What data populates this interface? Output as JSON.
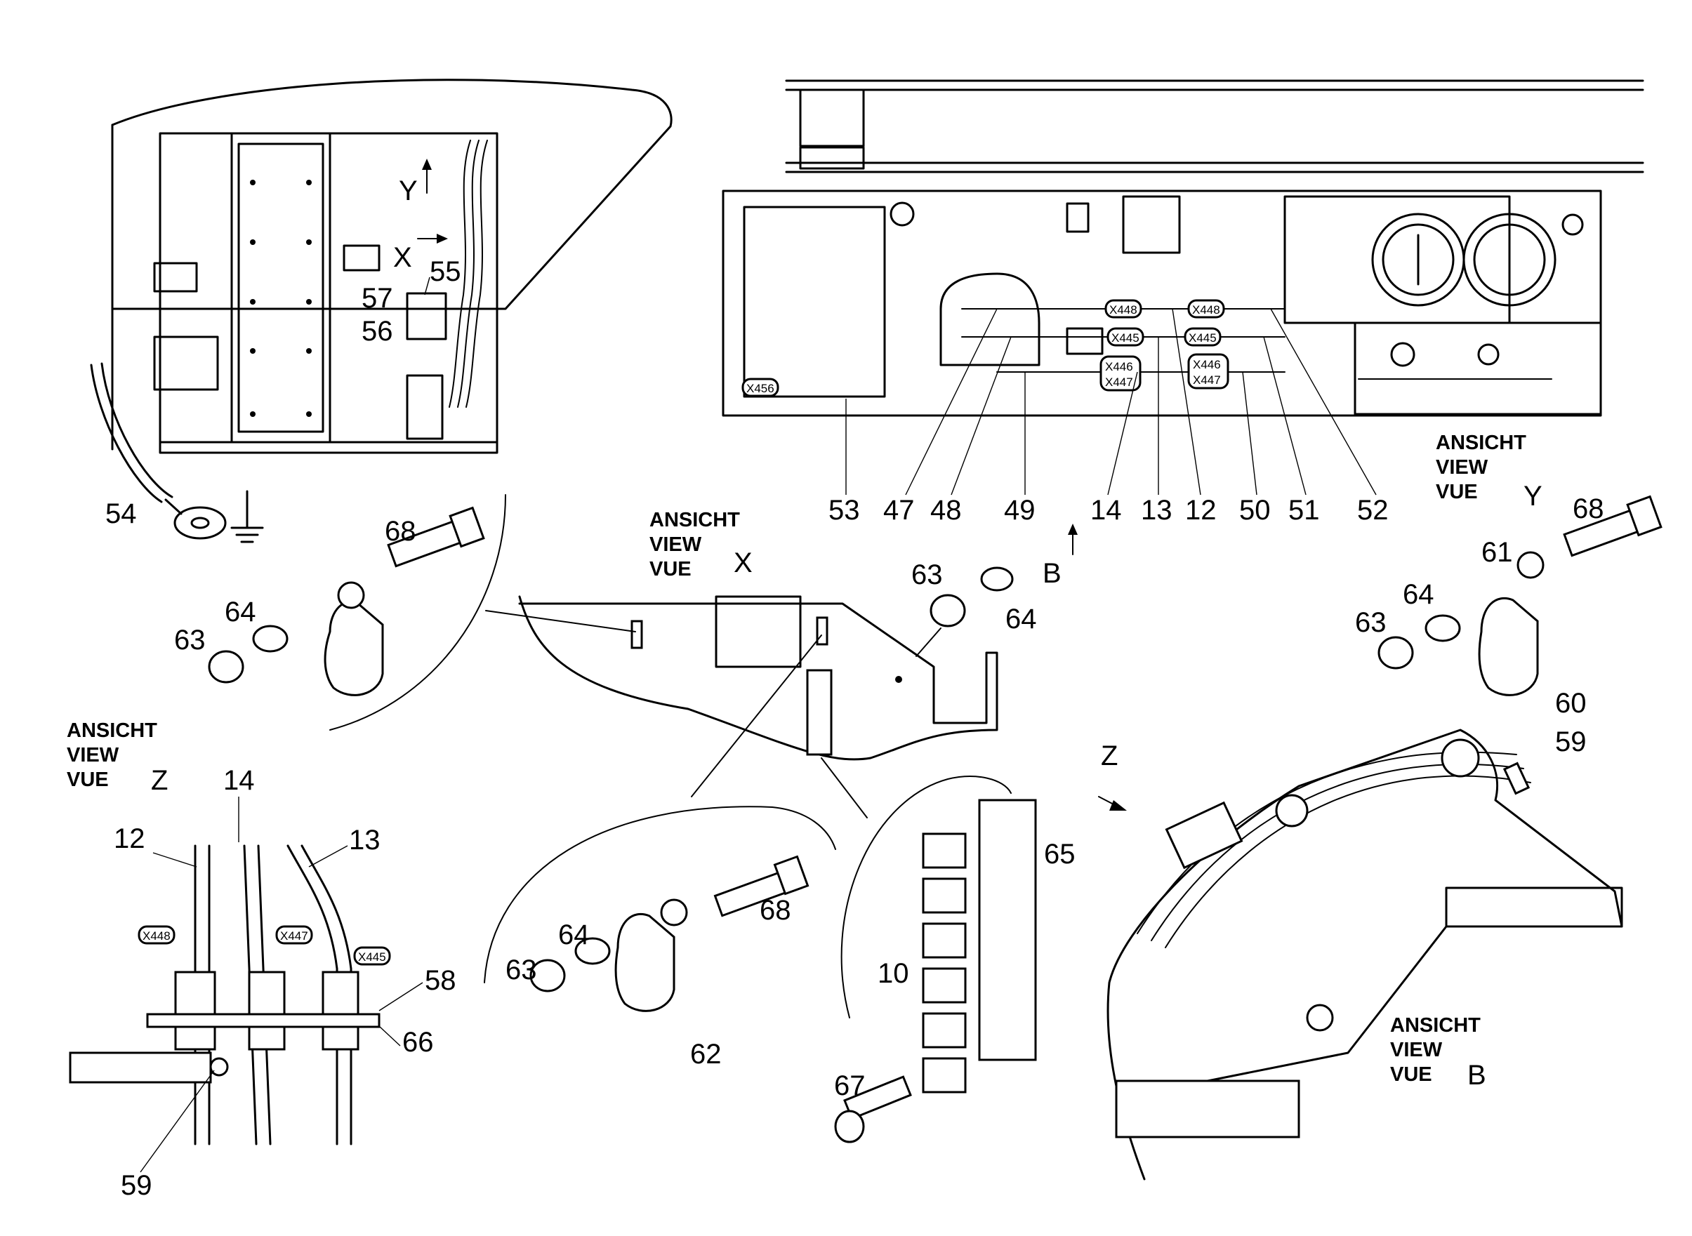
{
  "views": {
    "x": {
      "line1": "ANSICHT",
      "line2": "VIEW",
      "line3": "VUE",
      "letter": "X"
    },
    "y": {
      "line1": "ANSICHT",
      "line2": "VIEW",
      "line3": "VUE",
      "letter": "Y"
    },
    "z": {
      "line1": "ANSICHT",
      "line2": "VIEW",
      "line3": "VUE",
      "letter": "Z"
    },
    "b": {
      "line1": "ANSICHT",
      "line2": "VIEW",
      "line3": "VUE",
      "letter": "B"
    }
  },
  "markers": {
    "y_arrow": "Y",
    "x_arrow": "X",
    "b_arrow": "B",
    "z_arrow": "Z"
  },
  "connector_tags": [
    "X448",
    "X445",
    "X446",
    "X447",
    "X456"
  ],
  "callouts": {
    "c10": "10",
    "c12a": "12",
    "c12b": "12",
    "c13a": "13",
    "c13b": "13",
    "c14a": "14",
    "c14b": "14",
    "c47": "47",
    "c48": "48",
    "c49": "49",
    "c50": "50",
    "c51": "51",
    "c52": "52",
    "c53": "53",
    "c54": "54",
    "c55": "55",
    "c56": "56",
    "c57": "57",
    "c58": "58",
    "c59a": "59",
    "c59b": "59",
    "c60": "60",
    "c61": "61",
    "c62": "62",
    "c63a": "63",
    "c63b": "63",
    "c63c": "63",
    "c63d": "63",
    "c64a": "64",
    "c64b": "64",
    "c64c": "64",
    "c64d": "64",
    "c65": "65",
    "c66": "66",
    "c67": "67",
    "c68a": "68",
    "c68b": "68",
    "c68c": "68"
  }
}
